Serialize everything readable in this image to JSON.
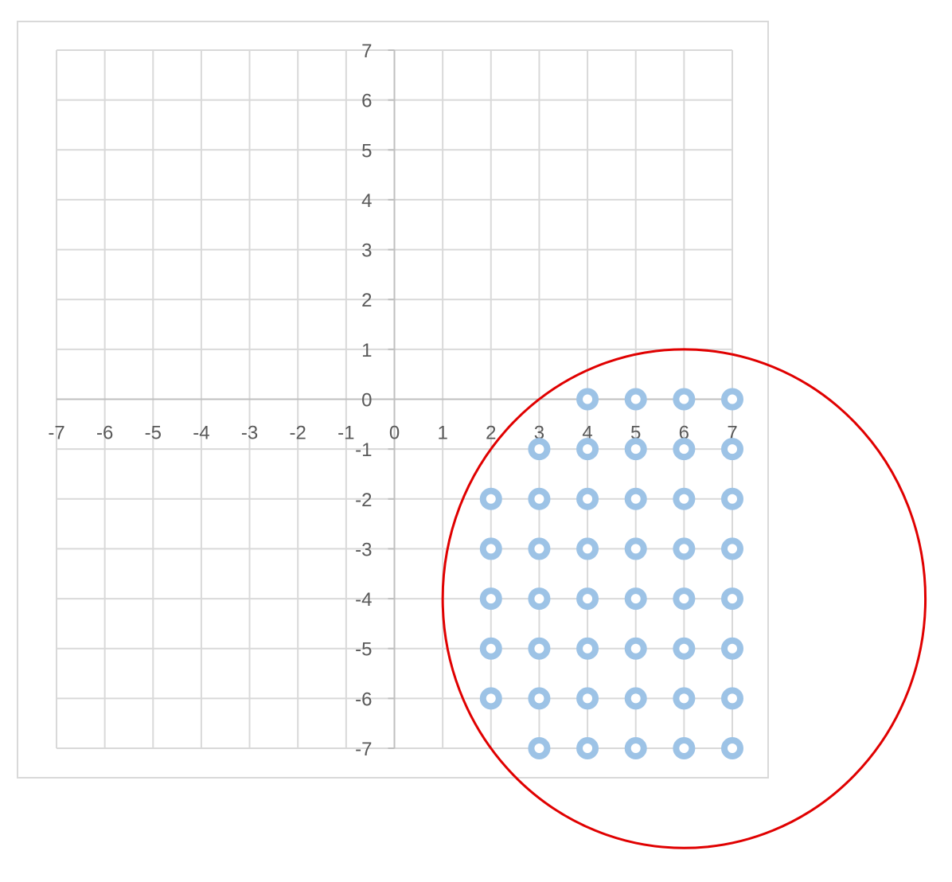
{
  "chart_data": {
    "type": "scatter",
    "title": "",
    "xlabel": "",
    "ylabel": "",
    "xlim": [
      -7,
      7
    ],
    "ylim": [
      -7,
      7
    ],
    "grid": true,
    "x_ticks": [
      "-7",
      "-6",
      "-5",
      "-4",
      "-3",
      "-2",
      "-1",
      "0",
      "1",
      "2",
      "3",
      "4",
      "5",
      "6",
      "7"
    ],
    "y_ticks": [
      "7",
      "6",
      "5",
      "4",
      "3",
      "2",
      "1",
      "0",
      "-1",
      "-2",
      "-3",
      "-4",
      "-5",
      "-6",
      "-7"
    ],
    "series": [
      {
        "color": "#9DC3E6",
        "points": [
          [
            4,
            0
          ],
          [
            5,
            0
          ],
          [
            6,
            0
          ],
          [
            7,
            0
          ],
          [
            3,
            -1
          ],
          [
            4,
            -1
          ],
          [
            5,
            -1
          ],
          [
            6,
            -1
          ],
          [
            7,
            -1
          ],
          [
            2,
            -2
          ],
          [
            3,
            -2
          ],
          [
            4,
            -2
          ],
          [
            5,
            -2
          ],
          [
            6,
            -2
          ],
          [
            7,
            -2
          ],
          [
            2,
            -3
          ],
          [
            3,
            -3
          ],
          [
            4,
            -3
          ],
          [
            5,
            -3
          ],
          [
            6,
            -3
          ],
          [
            7,
            -3
          ],
          [
            2,
            -4
          ],
          [
            3,
            -4
          ],
          [
            4,
            -4
          ],
          [
            5,
            -4
          ],
          [
            6,
            -4
          ],
          [
            7,
            -4
          ],
          [
            2,
            -5
          ],
          [
            3,
            -5
          ],
          [
            4,
            -5
          ],
          [
            5,
            -5
          ],
          [
            6,
            -5
          ],
          [
            7,
            -5
          ],
          [
            2,
            -6
          ],
          [
            3,
            -6
          ],
          [
            4,
            -6
          ],
          [
            5,
            -6
          ],
          [
            6,
            -6
          ],
          [
            7,
            -6
          ],
          [
            3,
            -7
          ],
          [
            4,
            -7
          ],
          [
            5,
            -7
          ],
          [
            6,
            -7
          ],
          [
            7,
            -7
          ]
        ]
      }
    ],
    "annotation_circle": {
      "center": [
        6,
        -4
      ],
      "radius": 5,
      "color": "#E00000"
    },
    "colors": {
      "grid": "#D9D9D9",
      "axis": "#BFBFBF",
      "frame": "#D9D9D9",
      "tick_text": "#595959"
    }
  }
}
